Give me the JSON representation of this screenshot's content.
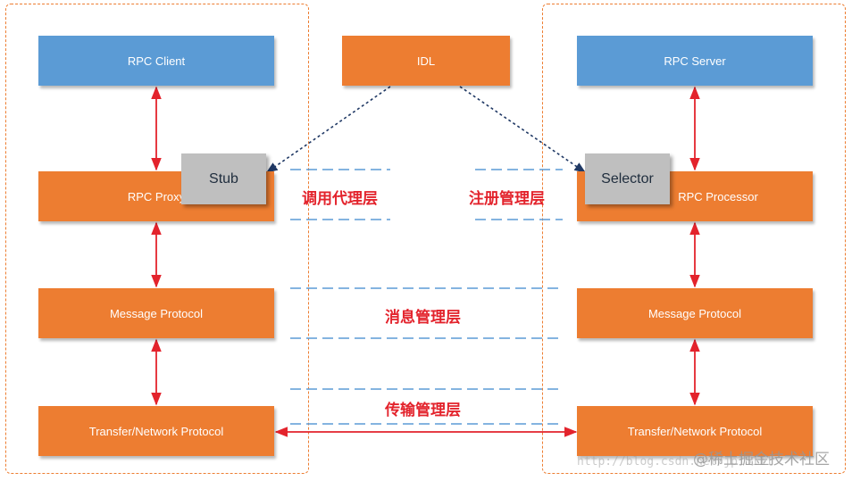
{
  "client_side": {
    "rpc_client": "RPC Client",
    "rpc_proxy": "RPC Proxy",
    "stub": "Stub",
    "message_protocol": "Message Protocol",
    "transfer_protocol": "Transfer/Network Protocol"
  },
  "idl": "IDL",
  "server_side": {
    "rpc_server": "RPC Server",
    "rpc_processor": "RPC Processor",
    "selector": "Selector",
    "message_protocol": "Message Protocol",
    "transfer_protocol": "Transfer/Network Protocol"
  },
  "layers": {
    "invocation_proxy": "调用代理层",
    "registry_management": "注册管理层",
    "message_management": "消息管理层",
    "transport_management": "传输管理层"
  },
  "watermark": {
    "url": "http://blog.csdn.net/jp15111",
    "community": "@稀土掘金技术社区"
  },
  "colors": {
    "blue_box": "#5b9bd5",
    "orange_box": "#ed7d31",
    "grey_box": "#bfbfbf",
    "arrow": "#e3232c",
    "dotted_arrow": "#1f3864",
    "layer_dash": "#5b9bd5"
  }
}
